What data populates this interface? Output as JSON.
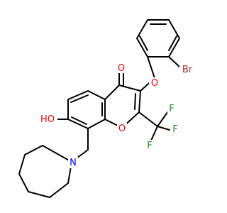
{
  "molecule": {
    "atoms": [
      {
        "id": "o-carbonyl",
        "label": "O",
        "color": "#ff0000"
      },
      {
        "id": "o-ether",
        "label": "O",
        "color": "#ff0000"
      },
      {
        "id": "o-ring",
        "label": "O",
        "color": "#ff0000"
      },
      {
        "id": "o-hydroxyl",
        "label": "HO",
        "color": "#ff0000"
      },
      {
        "id": "br",
        "label": "Br",
        "color": "#a52a2a"
      },
      {
        "id": "f1",
        "label": "F",
        "color": "#228b22"
      },
      {
        "id": "f2",
        "label": "F",
        "color": "#228b22"
      },
      {
        "id": "f3",
        "label": "F",
        "color": "#228b22"
      },
      {
        "id": "n-azepane",
        "label": "N",
        "color": "#0000ff"
      }
    ]
  }
}
